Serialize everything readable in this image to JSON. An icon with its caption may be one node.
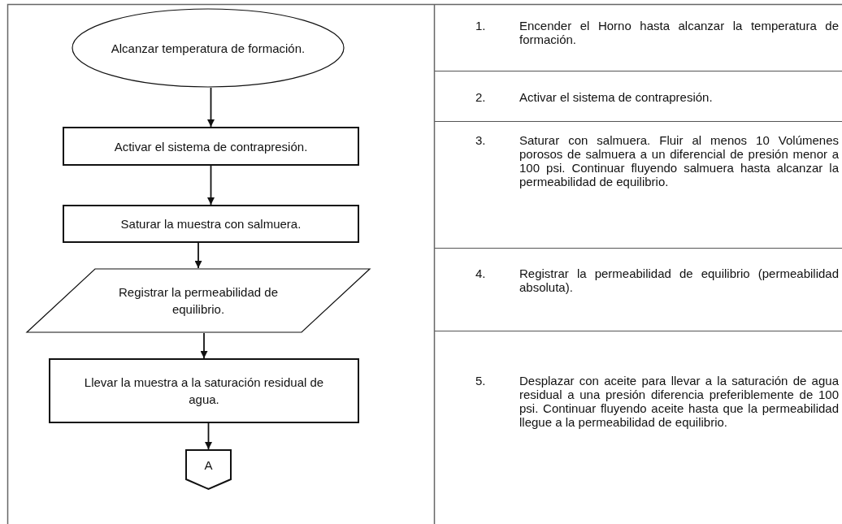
{
  "diagram": {
    "nodes": [
      {
        "text": [
          "Alcanzar temperatura de formación."
        ]
      },
      {
        "text": [
          "Activar el sistema de contrapresión."
        ]
      },
      {
        "text": [
          "Saturar la muestra con salmuera."
        ]
      },
      {
        "text": [
          "Registrar la permeabilidad de equilibrio."
        ]
      },
      {
        "text": [
          "Llevar la muestra a la saturación residual de agua."
        ]
      },
      {
        "text": [
          "A"
        ]
      }
    ],
    "edges": [
      {
        "from": 0,
        "to": 1,
        "arrow": "to"
      },
      {
        "from": 1,
        "to": 2,
        "arrow": "to"
      },
      {
        "from": 2,
        "to": 3,
        "arrow": "to"
      },
      {
        "from": 3,
        "to": 4,
        "arrow": "to"
      },
      {
        "from": 4,
        "to": 5,
        "arrow": "to"
      }
    ],
    "labels": [
      "1.",
      "Encender el Horno hasta alcanzar la temperatura de formación.",
      "2.",
      "Activar el sistema de contrapresión.",
      "3.",
      "Saturar con salmuera. Fluir al menos 10 Volúmenes porosos de salmuera a un diferencial de presión menor a 100 psi. Continuar fluyendo salmuera hasta alcanzar la permeabilidad de equilibrio.",
      "4.",
      "Registrar la permeabilidad de equilibrio (permeabilidad absoluta).",
      "5.",
      "Desplazar con aceite para llevar a la saturación de agua residual a una presión diferencia preferiblemente de 100 psi. Continuar fluyendo aceite hasta que la permeabilidad llegue a la permeabilidad de equilibrio."
    ]
  }
}
